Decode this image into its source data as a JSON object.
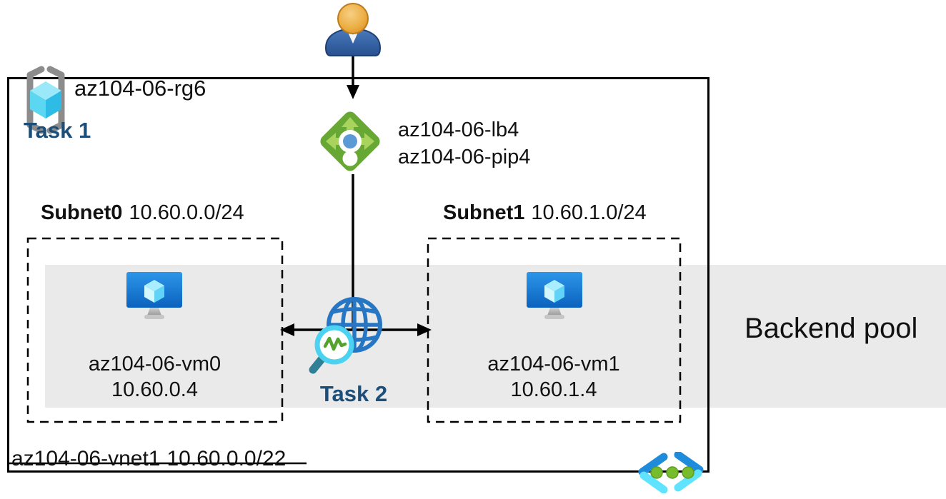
{
  "resource_group": {
    "name": "az104-06-rg6"
  },
  "tasks": {
    "task1": "Task 1",
    "task2": "Task 2"
  },
  "load_balancer": {
    "name": "az104-06-lb4",
    "public_ip": "az104-06-pip4"
  },
  "subnets": [
    {
      "name": "Subnet0",
      "cidr": "10.60.0.0/24",
      "vm": {
        "name": "az104-06-vm0",
        "ip": "10.60.0.4"
      }
    },
    {
      "name": "Subnet1",
      "cidr": "10.60.1.0/24",
      "vm": {
        "name": "az104-06-vm1",
        "ip": "10.60.1.4"
      }
    }
  ],
  "backend_pool": {
    "label": "Backend pool"
  },
  "vnet": {
    "name": "az104-06-vnet1",
    "cidr": "10.60.0.0/22"
  },
  "icons": {
    "user": "user-icon",
    "resource_group": "resource-group-icon",
    "load_balancer": "load-balancer-icon",
    "virtual_machine": "virtual-machine-icon",
    "network_watcher": "network-watcher-icon",
    "virtual_network": "virtual-network-icon"
  },
  "colors": {
    "task_label": "#1B4E79",
    "backend_band": "#EAEAEA",
    "lb_green": "#66A833",
    "lb_light_green": "#A8D45E",
    "lb_dot_blue": "#5B9BD5",
    "vm_screen_blue": "#1583D6",
    "cube_cyan": "#50E6FF",
    "globe_blue": "#2776C4",
    "pulse_green": "#55A32F",
    "magnifier_cyan": "#4AD2F0",
    "handle_teal": "#2F7F96",
    "vnet_dot_green": "#76BC2D",
    "vnet_bracket_blue": "#1F8CDB",
    "vnet_bracket_cyan": "#5FE3FF",
    "rg_bracket_gray": "#8C8C8C"
  }
}
